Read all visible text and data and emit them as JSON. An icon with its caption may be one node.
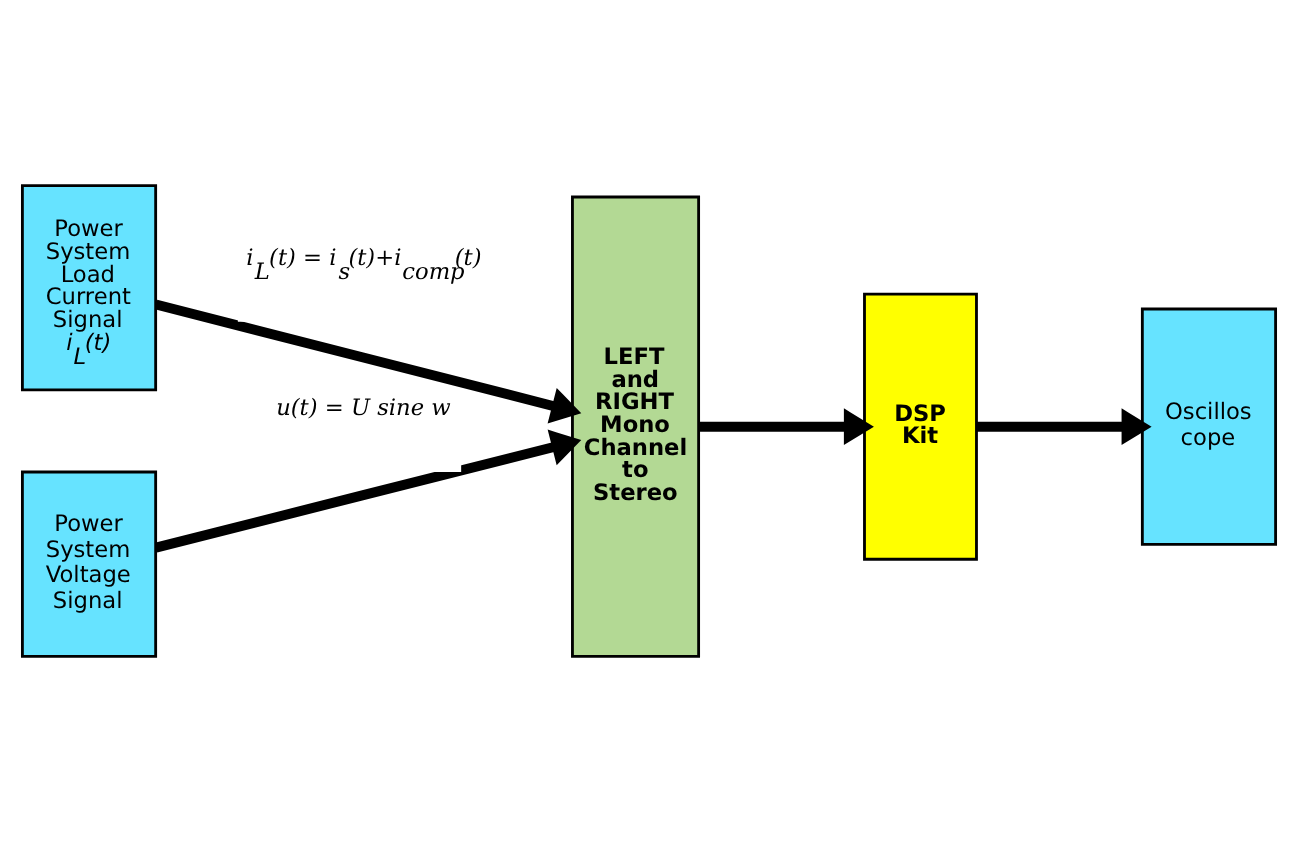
{
  "diagram": {
    "nodes": [
      {
        "text": [
          "Power System Load Current Signal *i$_{L}$(t)*"
        ]
      },
      {
        "text": [
          "Power System Voltage Signal"
        ]
      },
      {
        "text": [
          "LEFT and RIGHT Mono Channel to Stereo"
        ]
      },
      {
        "text": [
          "DSP Kit"
        ]
      },
      {
        "text": [
          "Oscillos cope"
        ]
      }
    ],
    "edges": [
      {
        "from": 0,
        "to": 2,
        "arrow": "to",
        "label": "i$_{L}$(t) = i$_{s}$(t)+i$_{comp}$(t)"
      },
      {
        "from": 1,
        "to": 2,
        "arrow": "to",
        "label": "u(t) = U sine w"
      },
      {
        "from": 2,
        "to": 3,
        "arrow": "to"
      },
      {
        "from": 3,
        "to": 4,
        "arrow": "to"
      }
    ]
  }
}
